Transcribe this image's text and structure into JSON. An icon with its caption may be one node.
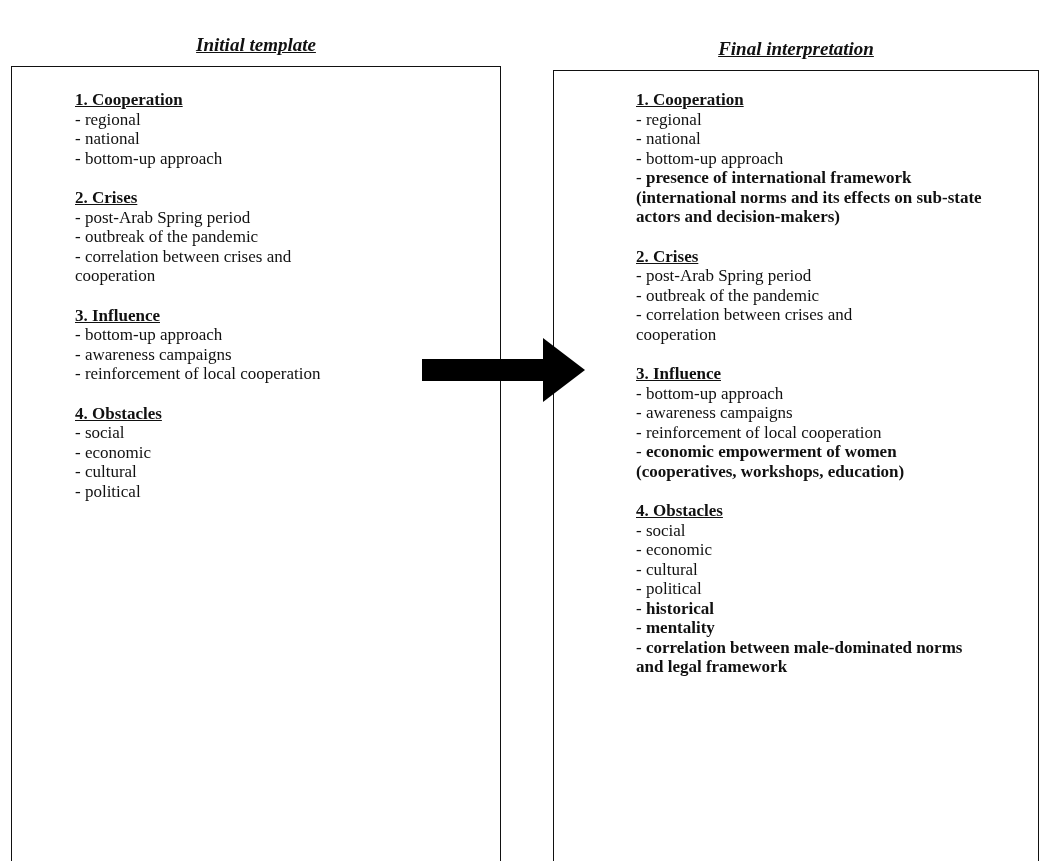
{
  "diagram": {
    "nodes": [
      {
        "text": [
          "Initial template",
          "1. Cooperation",
          "- regional",
          "- national",
          "- bottom-up approach",
          "2. Crises",
          "- post-Arab Spring period",
          "- outbreak of the pandemic",
          "- correlation between crises and cooperation",
          "3. Influence",
          "- bottom-up approach",
          "- awareness campaigns",
          "- reinforcement of local cooperation",
          "4. Obstacles",
          "- social",
          "- economic",
          "- cultural",
          "- political"
        ]
      },
      {
        "text": [
          "Final interpretation",
          "1. Cooperation",
          "- regional",
          "- national",
          "- bottom-up approach",
          "- **presence of international framework (international norms and its effects on sub-state actors and decision-makers)**",
          "2. Crises",
          "- post-Arab Spring period",
          "- outbreak of the pandemic",
          "- correlation between crises and cooperation",
          "3. Influence",
          "- bottom-up approach",
          "- awareness campaigns",
          "- reinforcement of local cooperation",
          "- **economic empowerment of women (cooperatives, workshops, education)**",
          "4. Obstacles",
          "- social",
          "- economic",
          "- cultural",
          "- political",
          "- **historical**",
          "- **mentality**",
          "- **correlation between male-dominated norms and legal framework**"
        ]
      }
    ],
    "edges": [
      {
        "from": 0,
        "to": 1,
        "arrow": "to"
      }
    ]
  }
}
